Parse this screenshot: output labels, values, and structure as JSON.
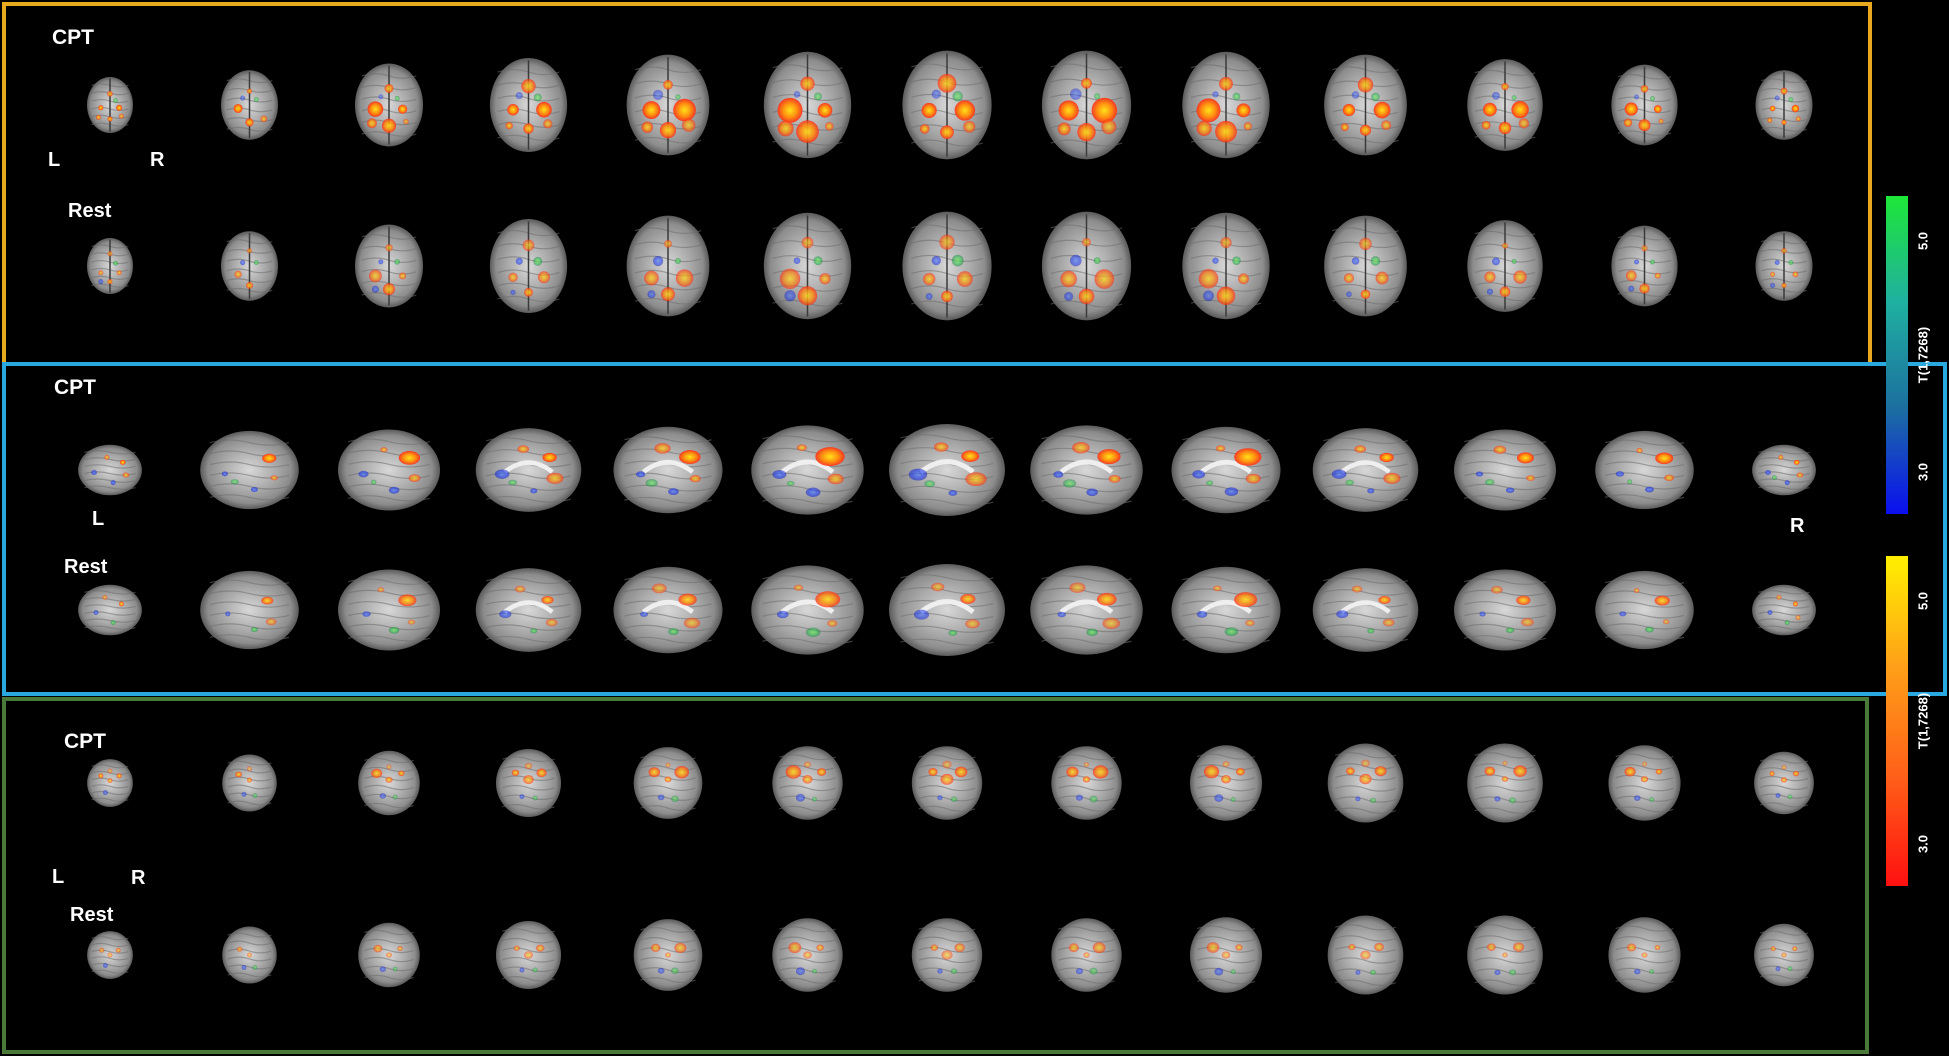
{
  "panels": [
    {
      "id": "axial",
      "border_color": "#e8a91e",
      "view": "axial",
      "rows": [
        {
          "label": "CPT",
          "act": [
            [
              0.3,
              0.55,
              0.9,
              0.22,
              "w"
            ],
            [
              0.7,
              0.55,
              0.9,
              0.22,
              "w"
            ],
            [
              0.5,
              0.3,
              0.7,
              0.16,
              "w"
            ],
            [
              0.5,
              0.75,
              0.8,
              0.2,
              "w"
            ],
            [
              0.38,
              0.4,
              0.35,
              0.1,
              "b"
            ],
            [
              0.62,
              0.42,
              0.4,
              0.09,
              "g"
            ],
            [
              0.25,
              0.72,
              0.7,
              0.14,
              "w"
            ],
            [
              0.75,
              0.7,
              0.6,
              0.13,
              "w"
            ]
          ]
        },
        {
          "label": "Rest",
          "act": [
            [
              0.3,
              0.62,
              0.6,
              0.18,
              "w"
            ],
            [
              0.7,
              0.62,
              0.6,
              0.17,
              "w"
            ],
            [
              0.5,
              0.28,
              0.55,
              0.13,
              "w"
            ],
            [
              0.5,
              0.78,
              0.7,
              0.17,
              "w"
            ],
            [
              0.38,
              0.45,
              0.45,
              0.1,
              "b"
            ],
            [
              0.62,
              0.45,
              0.45,
              0.1,
              "g"
            ],
            [
              0.3,
              0.78,
              0.4,
              0.1,
              "b"
            ]
          ]
        }
      ],
      "side_labels": {
        "left": "L",
        "right": "R"
      }
    },
    {
      "id": "sagittal",
      "border_color": "#29a9e0",
      "view": "sagittal",
      "rows": [
        {
          "label": "CPT",
          "act": [
            [
              0.7,
              0.35,
              0.9,
              0.2,
              "w"
            ],
            [
              0.45,
              0.25,
              0.6,
              0.12,
              "w"
            ],
            [
              0.25,
              0.55,
              0.5,
              0.12,
              "b"
            ],
            [
              0.55,
              0.75,
              0.5,
              0.1,
              "b"
            ],
            [
              0.35,
              0.65,
              0.4,
              0.09,
              "g"
            ],
            [
              0.75,
              0.6,
              0.6,
              0.14,
              "w"
            ]
          ]
        },
        {
          "label": "Rest",
          "act": [
            [
              0.68,
              0.38,
              0.75,
              0.17,
              "w"
            ],
            [
              0.42,
              0.25,
              0.5,
              0.11,
              "w"
            ],
            [
              0.28,
              0.55,
              0.45,
              0.1,
              "b"
            ],
            [
              0.55,
              0.75,
              0.45,
              0.1,
              "g"
            ],
            [
              0.72,
              0.65,
              0.5,
              0.12,
              "w"
            ]
          ]
        }
      ],
      "side_labels": {
        "left": "L",
        "right": "R"
      }
    },
    {
      "id": "coronal",
      "border_color": "#4a7a3a",
      "view": "coronal",
      "rows": [
        {
          "label": "CPT",
          "act": [
            [
              0.3,
              0.35,
              0.7,
              0.17,
              "w"
            ],
            [
              0.7,
              0.35,
              0.7,
              0.17,
              "w"
            ],
            [
              0.5,
              0.45,
              0.6,
              0.14,
              "w"
            ],
            [
              0.4,
              0.7,
              0.4,
              0.1,
              "b"
            ],
            [
              0.6,
              0.72,
              0.35,
              0.09,
              "g"
            ],
            [
              0.5,
              0.25,
              0.4,
              0.1,
              "w"
            ]
          ]
        },
        {
          "label": "Rest",
          "act": [
            [
              0.32,
              0.4,
              0.55,
              0.14,
              "w"
            ],
            [
              0.68,
              0.4,
              0.55,
              0.14,
              "w"
            ],
            [
              0.5,
              0.5,
              0.45,
              0.12,
              "w"
            ],
            [
              0.4,
              0.72,
              0.4,
              0.1,
              "b"
            ],
            [
              0.6,
              0.72,
              0.35,
              0.09,
              "g"
            ]
          ]
        }
      ],
      "side_labels": {
        "left": "L",
        "right": "R"
      }
    }
  ],
  "colorbars": [
    {
      "id": "negative",
      "colors": [
        "#0a0ff0",
        "#1c6fa0",
        "#1fb0a0",
        "#1ee638"
      ],
      "label": "T(1,7268)",
      "ticks": [
        "3.0",
        "5.0"
      ]
    },
    {
      "id": "positive",
      "colors": [
        "#ff1010",
        "#ff6018",
        "#ffa018",
        "#fff000"
      ],
      "label": "T(1,7268)",
      "ticks": [
        "3.0",
        "5.0"
      ]
    }
  ]
}
